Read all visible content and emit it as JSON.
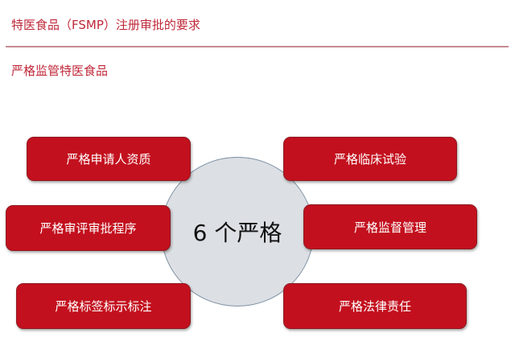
{
  "header": {
    "title": "特医食品（FSMP）注册审批的要求",
    "subtitle": "严格监管特医食品"
  },
  "diagram": {
    "center": "6 个严格",
    "items": [
      "严格申请人资质",
      "严格临床试验",
      "严格审评审批程序",
      "严格监督管理",
      "严格标签标示标注",
      "严格法律责任"
    ]
  },
  "colors": {
    "accent": "#c3101e",
    "title": "#c0283a",
    "circle": "#dcdfe3"
  }
}
